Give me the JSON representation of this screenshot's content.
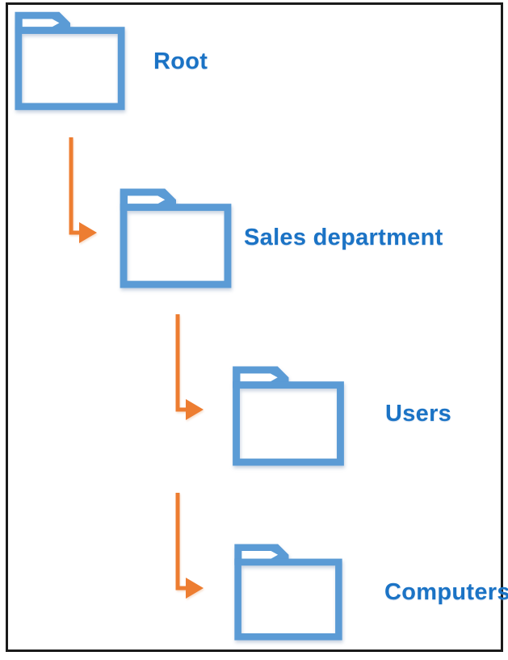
{
  "diagram": {
    "type": "tree",
    "nodes": [
      {
        "id": "root",
        "label": "Root",
        "icon": "folder-icon",
        "level": 0
      },
      {
        "id": "sales",
        "label": "Sales department",
        "icon": "folder-icon",
        "level": 1
      },
      {
        "id": "users",
        "label": "Users",
        "icon": "folder-icon",
        "level": 2
      },
      {
        "id": "computers",
        "label": "Computers",
        "icon": "folder-icon",
        "level": 2
      }
    ],
    "edges": [
      {
        "from": "root",
        "to": "sales",
        "icon": "elbow-arrow-icon",
        "direction": "down-right"
      },
      {
        "from": "sales",
        "to": "users",
        "icon": "elbow-arrow-icon",
        "direction": "down-right"
      },
      {
        "from": "sales",
        "to": "computers",
        "icon": "elbow-arrow-icon",
        "direction": "down-right"
      }
    ],
    "colors": {
      "folder_outline": "#5B9BD5",
      "arrow": "#ED7D31",
      "label_text": "#1B73C5",
      "frame_border": "#1A1A1A",
      "background": "#FFFFFF"
    }
  }
}
